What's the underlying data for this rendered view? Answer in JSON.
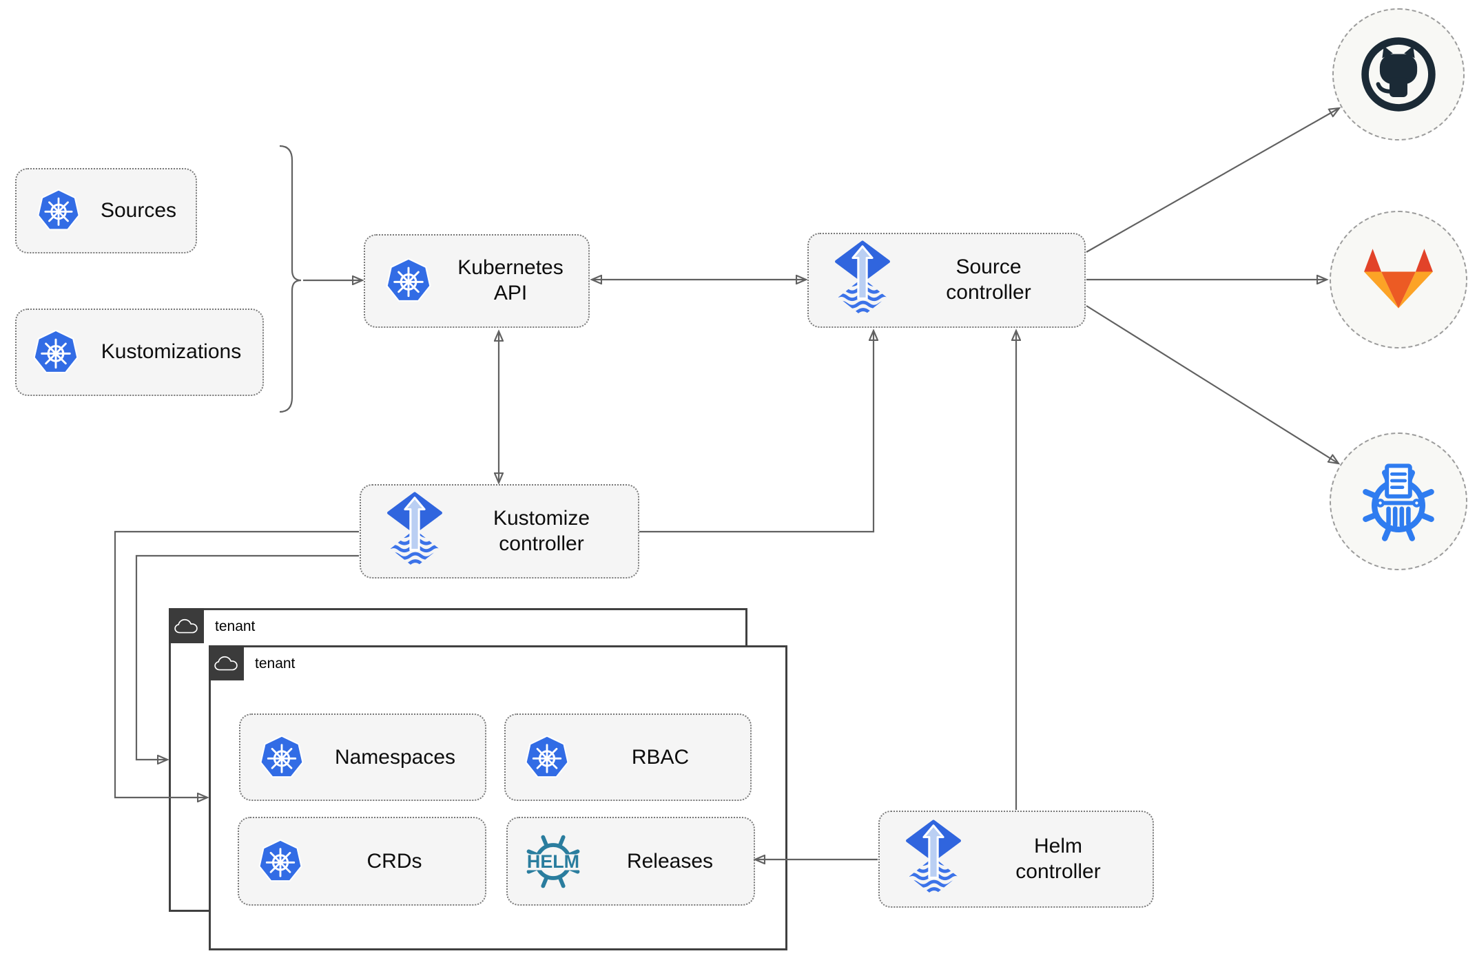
{
  "nodes": {
    "sources": {
      "label": "Sources"
    },
    "kustomizations": {
      "label": "Kustomizations"
    },
    "kubernetes_api": {
      "label": "Kubernetes API"
    },
    "source_controller": {
      "line1": "Source",
      "line2": "controller"
    },
    "kustomize_controller": {
      "line1": "Kustomize",
      "line2": "controller"
    },
    "helm_controller": {
      "line1": "Helm",
      "line2": "controller"
    }
  },
  "tenants": {
    "outer": {
      "label": "tenant"
    },
    "inner": {
      "label": "tenant"
    }
  },
  "tenant_items": {
    "namespaces": {
      "label": "Namespaces"
    },
    "rbac": {
      "label": "RBAC"
    },
    "crds": {
      "label": "CRDs"
    },
    "releases": {
      "label": "Releases"
    }
  },
  "icons": {
    "helm_logo_text": "HELM",
    "kubernetes_icon": "kubernetes-wheel",
    "flux_icon": "flux-diamond-arrow",
    "cloud_icon": "cloud-outline",
    "remote_top": "github-octocat",
    "remote_middle": "gitlab-tanuki",
    "remote_bottom": "chartmuseum-wheel"
  },
  "colors": {
    "kubernetes_blue": "#326CE5",
    "flux_blue": "#3065DE",
    "flux_arrow_light": "#BACFF3",
    "helm_teal": "#2A7D9E",
    "github_dark": "#1B2A36",
    "gitlab_dark_orange": "#E24329",
    "gitlab_orange": "#EC5B24",
    "gitlab_light_orange": "#FCA326",
    "chartmuseum_blue": "#2F7CF0",
    "connector_gray": "#616161",
    "node_fill": "#F5F5F5",
    "tenant_tab_dark": "#3B3B3B"
  }
}
